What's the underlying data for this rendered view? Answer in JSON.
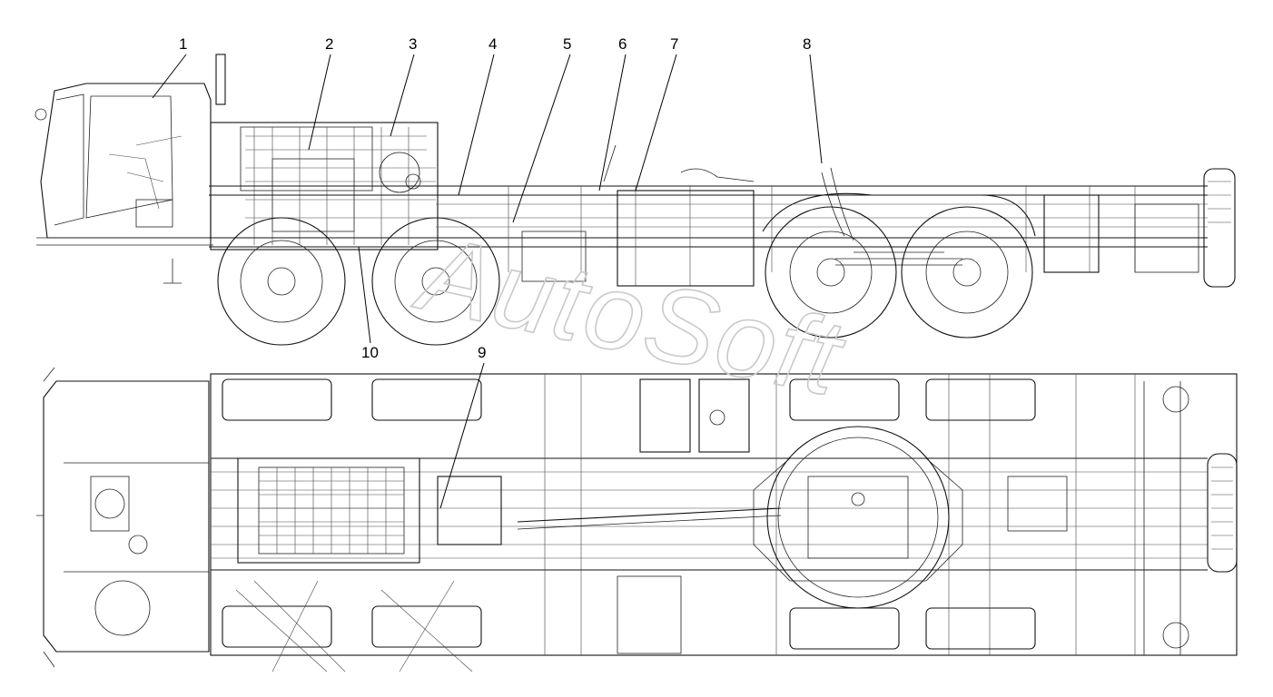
{
  "callouts": [
    {
      "label": "1"
    },
    {
      "label": "2"
    },
    {
      "label": "3"
    },
    {
      "label": "4"
    },
    {
      "label": "5"
    },
    {
      "label": "6"
    },
    {
      "label": "7"
    },
    {
      "label": "8"
    },
    {
      "label": "9"
    },
    {
      "label": "10"
    }
  ],
  "watermark": {
    "text": "AutoSoft"
  },
  "colors": {
    "line": "#111111",
    "background": "#ffffff",
    "watermark": "#c9c9c9"
  }
}
